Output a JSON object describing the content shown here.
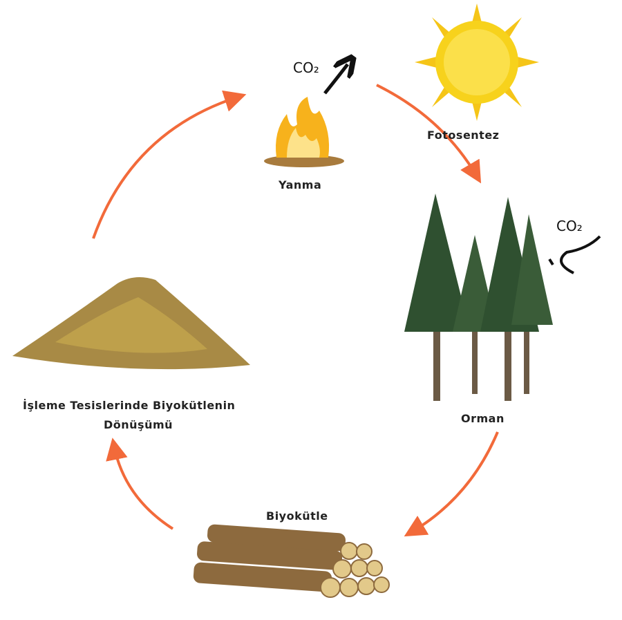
{
  "labels": {
    "co2_fire": "CO₂",
    "burning": "Yanma",
    "photosynthesis": "Fotosentez",
    "co2_forest": "CO₂",
    "forest": "Orman",
    "biomass": "Biyokütle",
    "processing_line1": "İşleme Tesislerinde Biyokütlenin",
    "processing_line2": "Dönüşümü"
  },
  "colors": {
    "arrow": "#f26a3a",
    "sun": "#f7d21c",
    "tree": "#2f5030",
    "trunk": "#6b5a45",
    "wood": "#b8915a",
    "pile": "#a88a45"
  }
}
